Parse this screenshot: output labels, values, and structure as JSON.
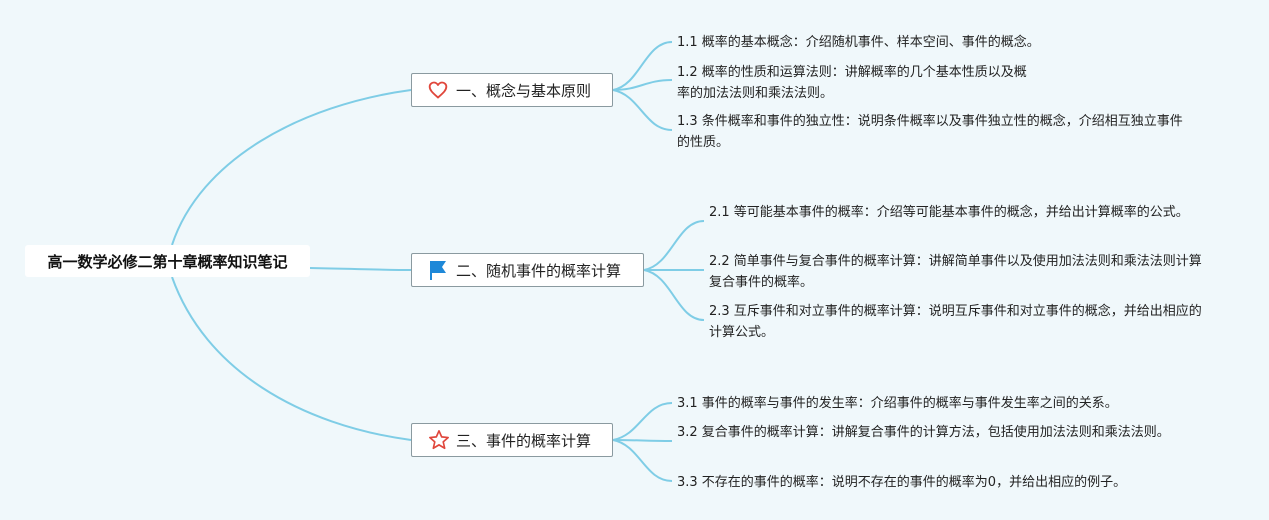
{
  "root": {
    "label": "高一数学必修二第十章概率知识笔记"
  },
  "branches": [
    {
      "label": "一、概念与基本原则",
      "icon": "heart-icon",
      "leaves": [
        "1.1 概率的基本概念：介绍随机事件、样本空间、事件的概念。",
        "1.2 概率的性质和运算法则：讲解概率的几个基本性质以及概率的加法法则和乘法法则。",
        "1.3 条件概率和事件的独立性：说明条件概率以及事件独立性的概念，介绍相互独立事件的性质。"
      ]
    },
    {
      "label": "二、随机事件的概率计算",
      "icon": "flag-icon",
      "leaves": [
        "2.1 等可能基本事件的概率：介绍等可能基本事件的概念，并给出计算概率的公式。",
        "2.2 简单事件与复合事件的概率计算：讲解简单事件以及使用加法法则和乘法法则计算复合事件的概率。",
        "2.3 互斥事件和对立事件的概率计算：说明互斥事件和对立事件的概念，并给出相应的计算公式。"
      ]
    },
    {
      "label": "三、事件的概率计算",
      "icon": "star-icon",
      "leaves": [
        "3.1 事件的概率与事件的发生率：介绍事件的概率与事件发生率之间的关系。",
        "3.2 复合事件的概率计算：讲解复合事件的计算方法，包括使用加法法则和乘法法则。",
        "3.3 不存在的事件的概率：说明不存在的事件的概率为0，并给出相应的例子。"
      ]
    }
  ],
  "colors": {
    "background": "#f0f8fb",
    "connector": "#7fcde6",
    "icon_red": "#e0473c",
    "icon_blue": "#1e88d8"
  }
}
